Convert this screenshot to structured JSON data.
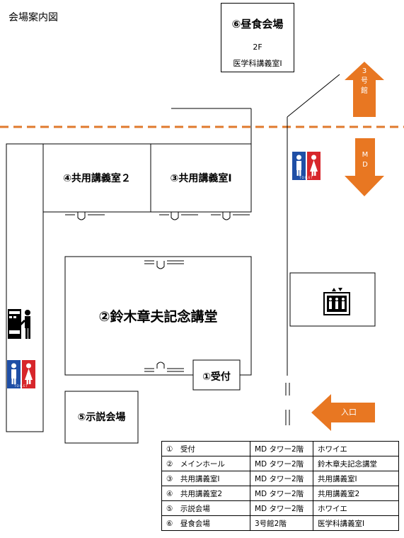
{
  "title": "会場案内図",
  "rooms": {
    "lunch": {
      "label": "⑥昼食会場",
      "floor": "2F",
      "room": "医学科講義室Ⅰ"
    },
    "shared2": {
      "label": "④共用講義室２"
    },
    "shared1": {
      "label": "③共用講義室Ⅰ"
    },
    "main_hall": {
      "label": "②鈴木章夫記念講堂"
    },
    "reception": {
      "label": "①受付"
    },
    "poster": {
      "label": "⑤示説会場"
    }
  },
  "arrows": {
    "building3": "3\n号\n館",
    "md": "M\nD",
    "entrance": "入口"
  },
  "toilet_label": "TOILET",
  "icons": [
    "toilet-icon",
    "elevator-icon",
    "vending-machine-icon"
  ],
  "colors": {
    "arrow": "#e87722",
    "dash": "#e07a2e",
    "male": "#1f4fa6",
    "female": "#d7262b"
  },
  "table": {
    "rows": [
      [
        "①　受付",
        "MD タワー2階",
        "ホワイエ"
      ],
      [
        "②　メインホール",
        "MD タワー2階",
        "鈴木章夫記念講堂"
      ],
      [
        "③　共用講義室Ⅰ",
        "MD タワー2階",
        "共用講義室Ⅰ"
      ],
      [
        "④　共用講義室2",
        "MD タワー2階",
        "共用講義室2"
      ],
      [
        "⑤　示説会場",
        "MD タワー2階",
        "ホワイエ"
      ],
      [
        "⑥　昼食会場",
        "3号館2階",
        "医学科講義室Ⅰ"
      ]
    ]
  }
}
